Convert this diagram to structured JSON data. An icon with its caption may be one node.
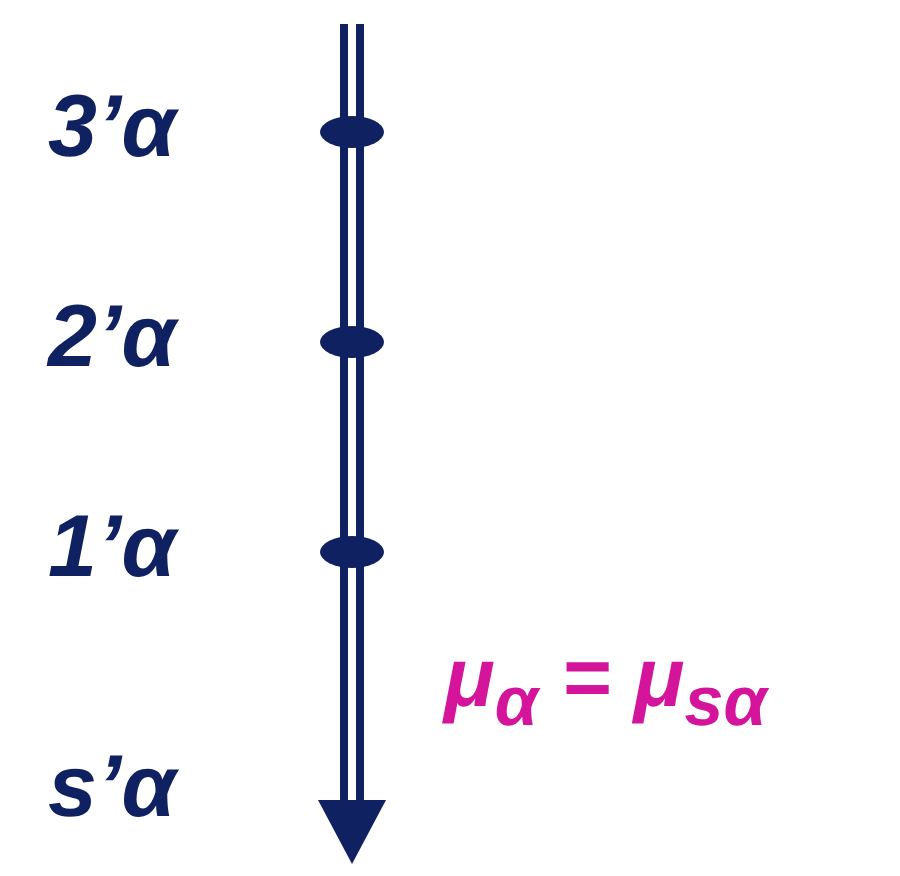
{
  "diagram": {
    "labels": [
      "3’α",
      "2’α",
      "1’α",
      "s’α",
      "μ$_{α}$ = μ$_{sα}$"
    ]
  }
}
